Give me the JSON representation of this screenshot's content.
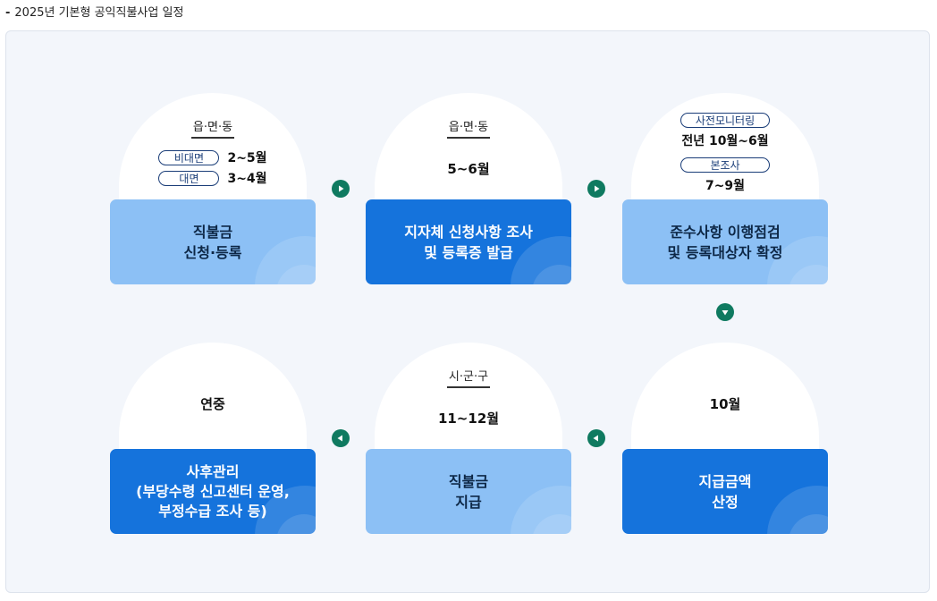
{
  "heading": {
    "bullet": "-",
    "title": "2025년 기본형 공익직불사업 일정"
  },
  "steps": [
    {
      "agency": "읍·면·동",
      "sub": [
        {
          "pill": "비대면",
          "value": "2~5월"
        },
        {
          "pill": "대면",
          "value": "3~4월"
        }
      ],
      "box": "직불금\n신청·등록"
    },
    {
      "agency": "읍·면·동",
      "period": "5~6월",
      "box": "지자체 신청사항 조사\n및 등록증 발급"
    },
    {
      "sub": [
        {
          "pill": "사전모니터링",
          "value": "전년 10월~6월"
        },
        {
          "pill": "본조사",
          "value": "7~9월"
        }
      ],
      "box": "준수사항 이행점검\n및 등록대상자 확정"
    },
    {
      "period": "10월",
      "box": "지급금액\n산정"
    },
    {
      "agency": "시·군·구",
      "period": "11~12월",
      "box": "직불금\n지급"
    },
    {
      "period": "연중",
      "box": "사후관리\n(부당수령 신고센터 운영,\n부정수급 조사 등)"
    }
  ],
  "colors": {
    "light_box": "#8cc0f5",
    "dark_box": "#1573dc",
    "arrow": "#0f7a60",
    "panel_bg": "#f3f6fb"
  },
  "icons": {
    "right": "arrow-right-icon",
    "down": "arrow-down-icon",
    "left": "arrow-left-icon"
  }
}
